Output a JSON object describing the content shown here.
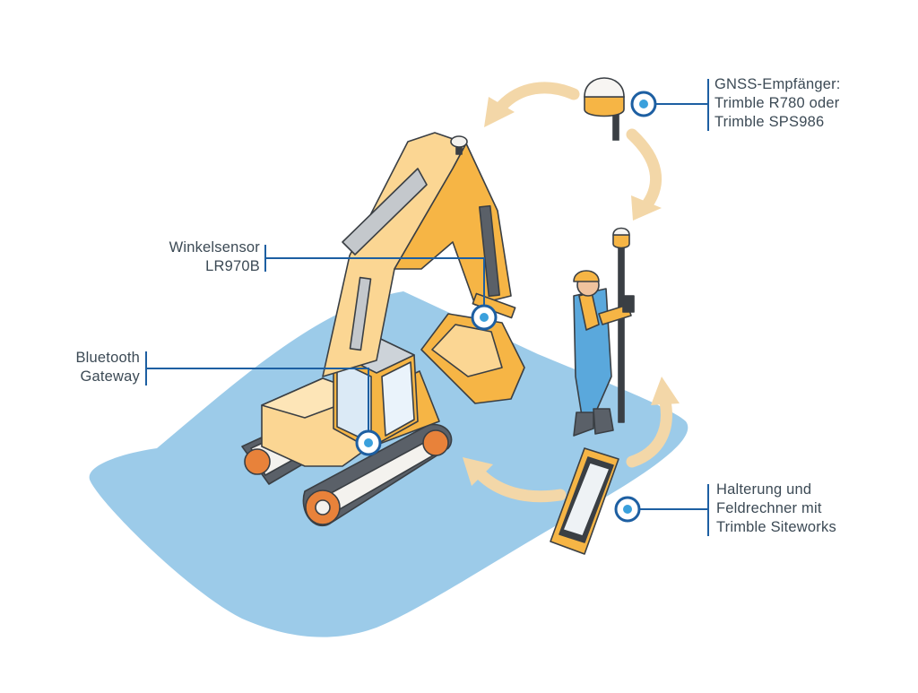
{
  "callouts": {
    "gnss": {
      "line1": "GNSS-Empfänger:",
      "line2": "Trimble R780 oder",
      "line3": "Trimble SPS986"
    },
    "angle_sensor": {
      "line1": "Winkelsensor",
      "line2": "LR970B"
    },
    "bluetooth": {
      "line1": "Bluetooth",
      "line2": "Gateway"
    },
    "controller": {
      "line1": "Halterung und",
      "line2": "Feldrechner mit",
      "line3": "Trimble Siteworks"
    }
  },
  "colors": {
    "ground": "#9ccbe9",
    "machine": "#f6b545",
    "machine_light": "#fbd693",
    "arrows": "#f3d7a8",
    "leader_lines": "#1d5fa2",
    "text": "#3c4a55"
  }
}
